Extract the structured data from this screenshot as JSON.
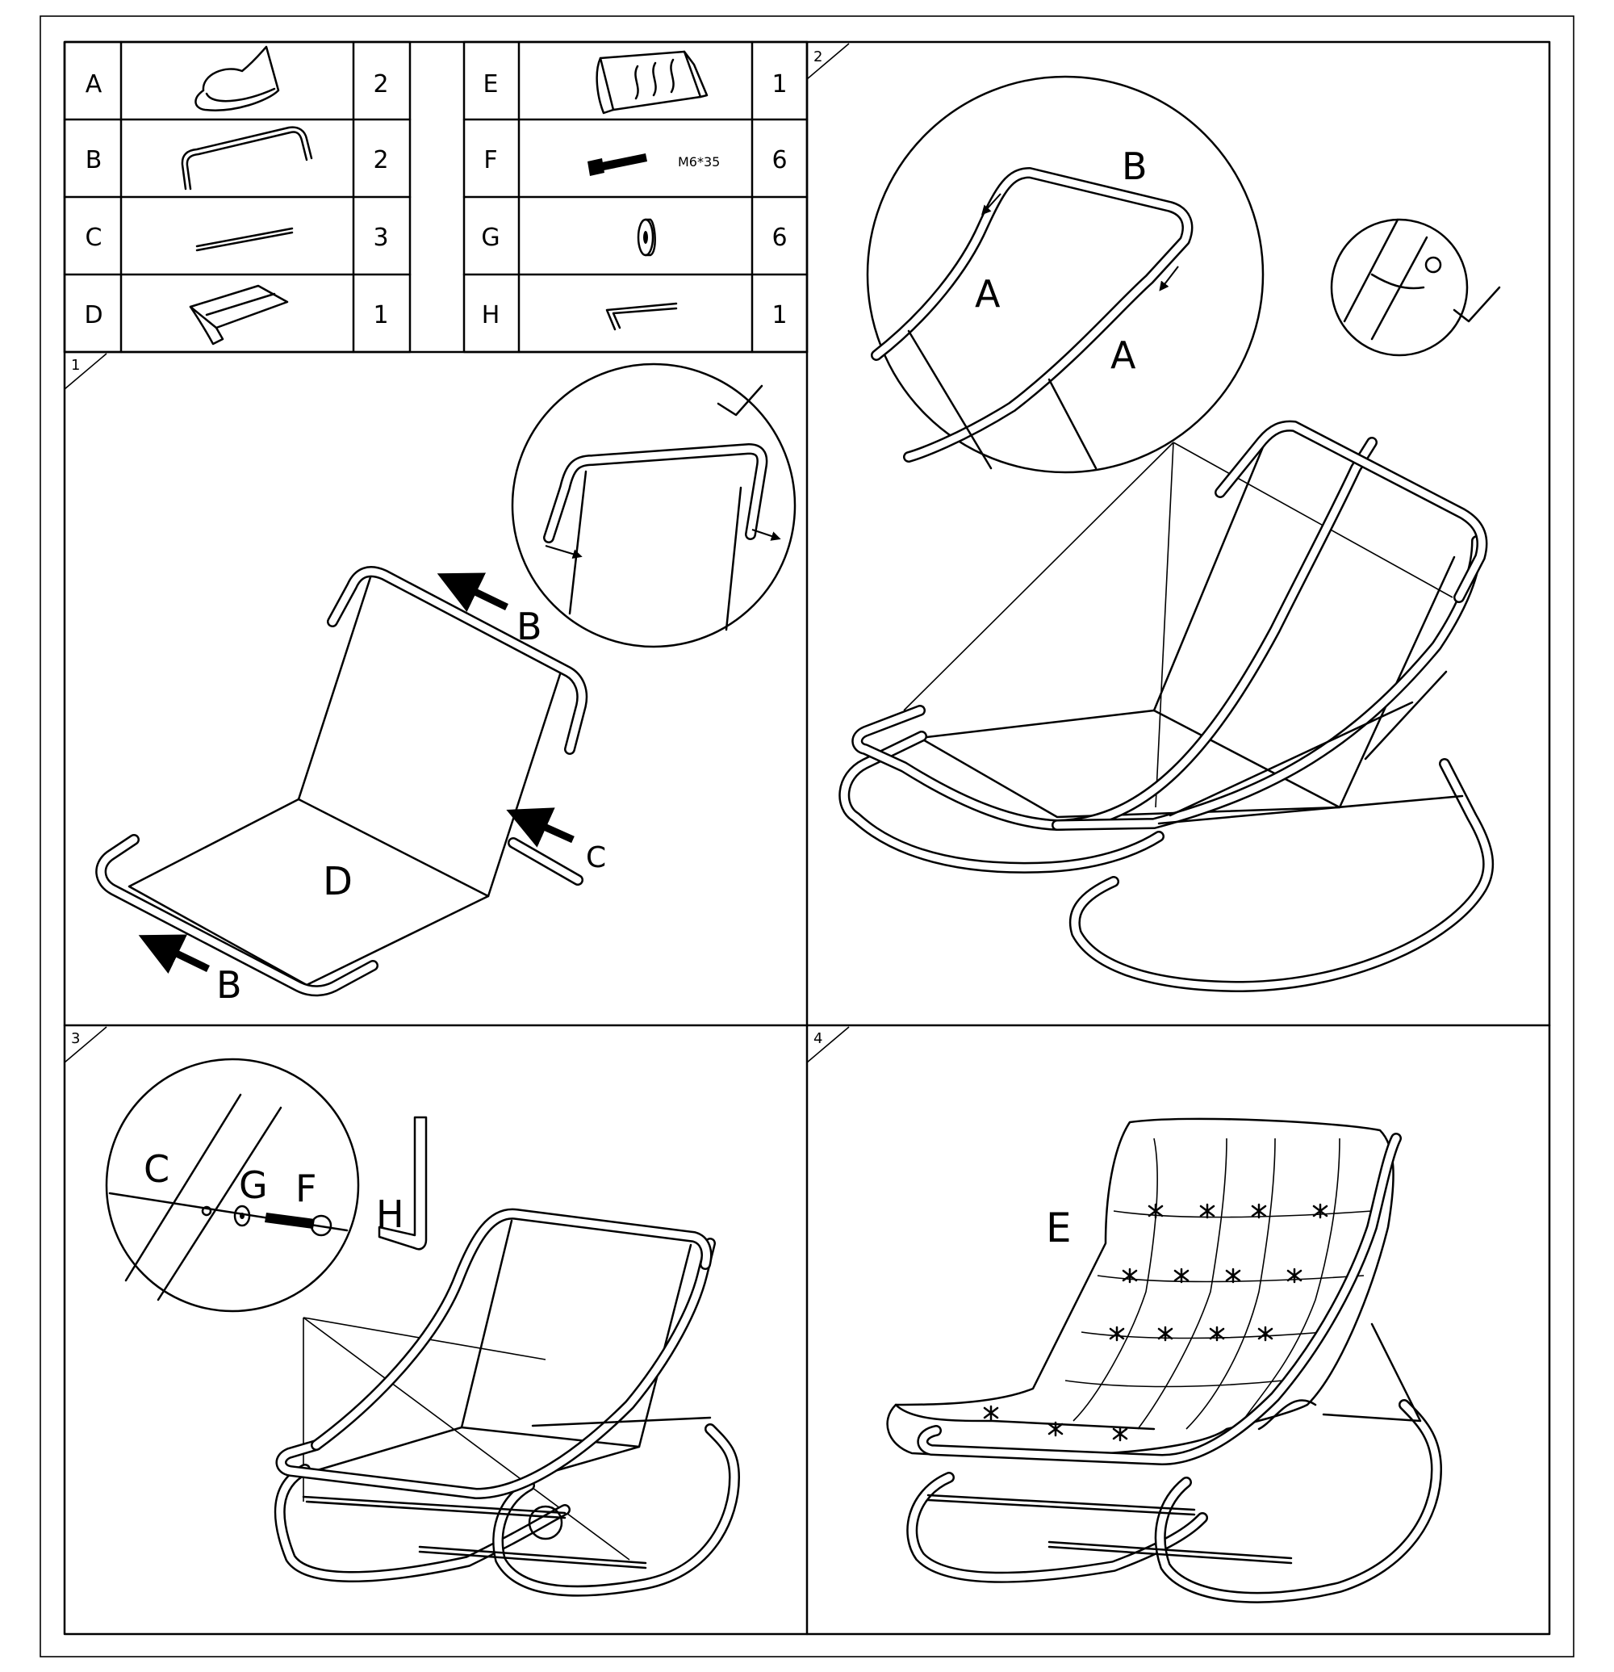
{
  "parts": [
    {
      "letter": "A",
      "qty": "2",
      "icon": "rocker-frame-icon"
    },
    {
      "letter": "B",
      "qty": "2",
      "icon": "u-bar-icon"
    },
    {
      "letter": "C",
      "qty": "3",
      "icon": "rod-icon"
    },
    {
      "letter": "D",
      "qty": "1",
      "icon": "fabric-seat-icon"
    },
    {
      "letter": "E",
      "qty": "1",
      "icon": "cushion-icon"
    },
    {
      "letter": "F",
      "qty": "6",
      "icon": "bolt-icon",
      "spec": "M6*35"
    },
    {
      "letter": "G",
      "qty": "6",
      "icon": "washer-icon"
    },
    {
      "letter": "H",
      "qty": "1",
      "icon": "allen-key-icon"
    }
  ],
  "steps": [
    {
      "number": "1",
      "labels": {
        "b_top": "B",
        "b_bottom": "B",
        "c": "C",
        "d": "D"
      }
    },
    {
      "number": "2",
      "labels": {
        "b": "B",
        "a_left": "A",
        "a_right": "A"
      }
    },
    {
      "number": "3",
      "labels": {
        "c": "C",
        "g": "G",
        "f": "F",
        "h": "H"
      }
    },
    {
      "number": "4",
      "labels": {
        "e": "E"
      }
    }
  ]
}
